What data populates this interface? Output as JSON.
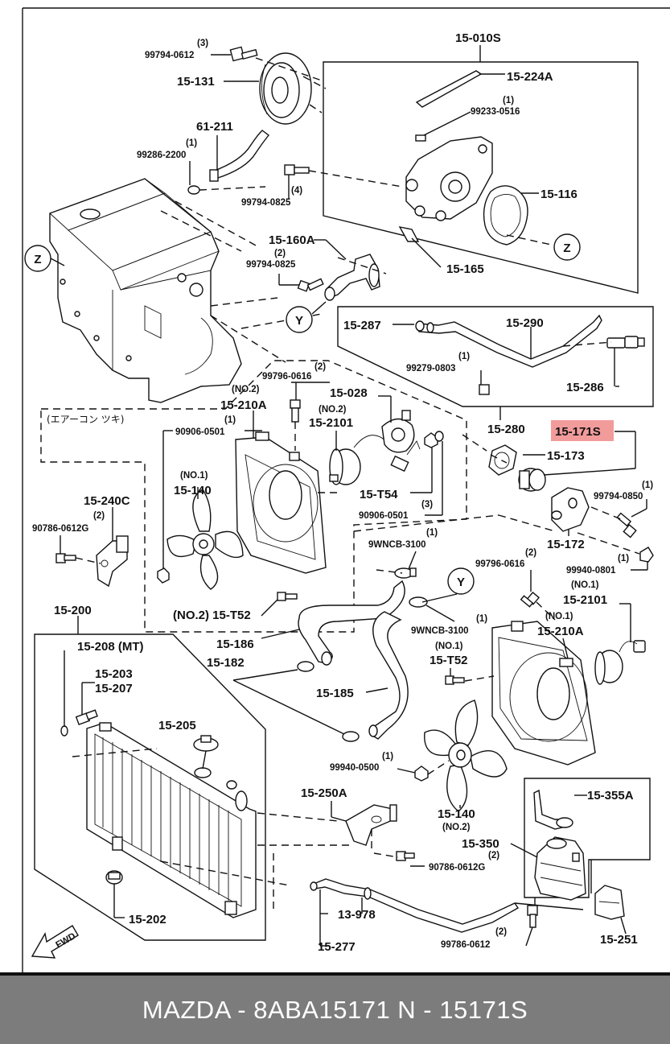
{
  "footer": {
    "text": "MAZDA - 8ABA15171     N - 15171S"
  },
  "highlight_color": "#f29b9b",
  "labels": {
    "l15010S": "15-010S",
    "l15224A": "15-224A",
    "l99233q": "(1)",
    "l99233": "99233-0516",
    "l15116": "15-116",
    "l15165": "15-165",
    "l15131": "15-131",
    "l99794_0612q": "(3)",
    "l99794_0612": "99794-0612",
    "l61211": "61-211",
    "l99286q": "(1)",
    "l99286": "99286-2200",
    "l99794_0825aq": "(4)",
    "l99794_0825a": "99794-0825",
    "l15160A": "15-160A",
    "l99794_0825bq": "(2)",
    "l99794_0825b": "99794-0825",
    "l15287": "15-287",
    "l15290": "15-290",
    "l99279q": "(1)",
    "l99279": "99279-0803",
    "l15286": "15-286",
    "l15280": "15-280",
    "l15171S": "15-171S",
    "l15173": "15-173",
    "l99794_0850q": "(1)",
    "l99794_0850": "99794-0850",
    "l15172": "15-172",
    "l99940_0801q": "(1)",
    "l99940_0801": "99940-0801",
    "l99796_0616aq": "(2)",
    "l99796_0616a": "99796-0616",
    "l15028": "15-028",
    "lno2a": "(NO.2)",
    "l15210Aa": "15-210A",
    "lno2b": "(NO.2)",
    "l15T2101a": "15-2101",
    "l90906_0501aq": "(1)",
    "l90906_0501a": "90906-0501",
    "l15T54": "15-T54",
    "l90906_0501bq": "(3)",
    "l90906_0501b": "90906-0501",
    "ljp": "(エアーコン ツキ)",
    "lno1a": "(NO.1)",
    "l15140a": "15-140",
    "l15T52a": "(NO.2) 15-T52",
    "l15240C": "15-240C",
    "l90786_0612Gq": "(2)",
    "l90786_0612G": "90786-0612G",
    "l9wncb1q": "(1)",
    "l9wncb1": "9WNCB-3100",
    "l99796_0616bq": "(2)",
    "l99796_0616b": "99796-0616",
    "lno1b": "(NO.1)",
    "l15T2101b": "15-2101",
    "lno1c": "(NO.1)",
    "l15210Ab": "15-210A",
    "l9wncb2q": "(1)",
    "l9wncb2": "9WNCB-3100",
    "lno1d": "(NO.1)",
    "l15T52b": "15-T52",
    "l15186": "15-186",
    "l15182": "15-182",
    "l15185": "15-185",
    "l15200": "15-200",
    "l15208": "15-208 (MT)",
    "l15203": "15-203",
    "l15207": "15-207",
    "l15205": "15-205",
    "l15202": "15-202",
    "l99940_0500q": "(1)",
    "l99940_0500": "99940-0500",
    "l15140b": "15-140",
    "lno2c": "(NO.2)",
    "l15250A": "15-250A",
    "l90786_0612G2q": "(2)",
    "l90786_0612G2": "90786-0612G",
    "l15355A": "15-355A",
    "l15350": "15-350",
    "l13978": "13-978",
    "l15277": "15-277",
    "l99786q": "(2)",
    "l99786": "99786-0612",
    "l15251": "15-251",
    "lfwd": "FWD",
    "lZ": "Z",
    "lY": "Y"
  }
}
